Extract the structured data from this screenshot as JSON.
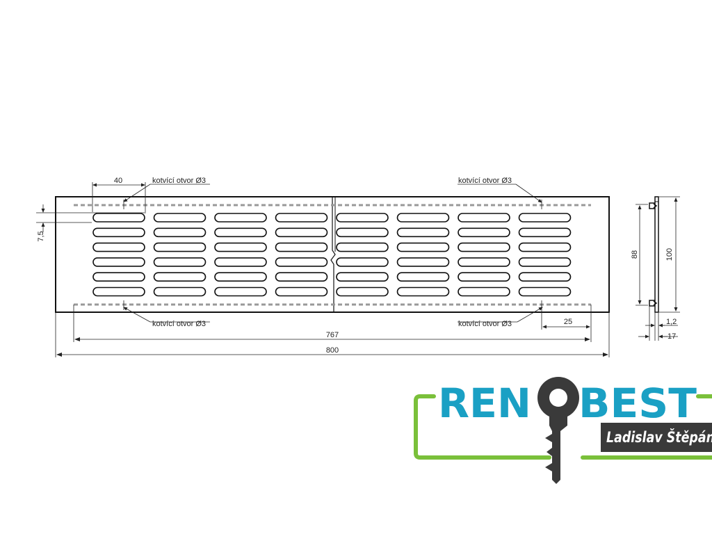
{
  "drawing": {
    "anchor_hole_label": "kotvící otvor Ø3",
    "dimensions": {
      "slot_length": "40",
      "slot_pitch": "7,5",
      "inner_width": "767",
      "overall_width": "800",
      "hole_offset": "25",
      "inner_height": "88",
      "overall_height": "100",
      "thickness": "1,2",
      "depth": "17"
    },
    "slot_grid": {
      "groups": 8,
      "rows": 6
    }
  },
  "logo": {
    "word_left": "REN",
    "word_right": "BEST",
    "owner": "Ladislav Štěpán",
    "colors": {
      "blue": "#1aa0c4",
      "green": "#7ac03a",
      "key": "#3a3a3a"
    }
  }
}
